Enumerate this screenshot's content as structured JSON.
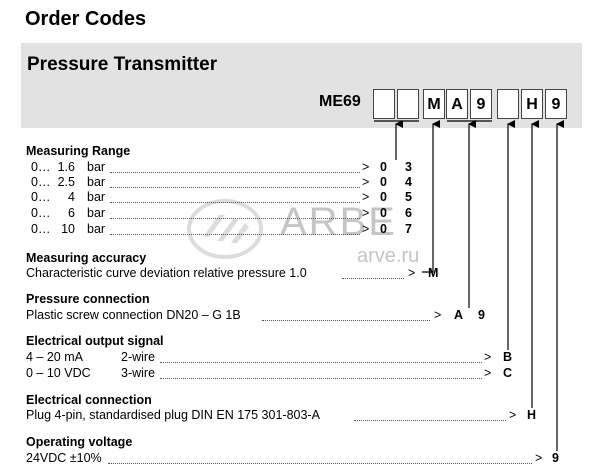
{
  "title": "Order Codes",
  "product": "Pressure Transmitter",
  "model": "ME69",
  "code_boxes": [
    "",
    "",
    "M",
    "A",
    "9",
    "",
    "H",
    "9"
  ],
  "sections": {
    "measuring_range": {
      "heading": "Measuring Range",
      "rows": [
        {
          "prefix": "0…",
          "value": "1.6",
          "unit": "bar",
          "arrow": ">",
          "c1": "0",
          "c2": "3"
        },
        {
          "prefix": "0…",
          "value": "2.5",
          "unit": "bar",
          "arrow": ">",
          "c1": "0",
          "c2": "4"
        },
        {
          "prefix": "0…",
          "value": "4",
          "unit": "bar",
          "arrow": ">",
          "c1": "0",
          "c2": "5"
        },
        {
          "prefix": "0…",
          "value": "6",
          "unit": "bar",
          "arrow": ">",
          "c1": "0",
          "c2": "6"
        },
        {
          "prefix": "0…",
          "value": "10",
          "unit": "bar",
          "arrow": ">",
          "c1": "0",
          "c2": "7"
        }
      ]
    },
    "accuracy": {
      "heading": "Measuring accuracy",
      "text": "Characteristic curve deviation relative pressure 1.0",
      "arrow": ">",
      "code": "M"
    },
    "pressure_connection": {
      "heading": "Pressure connection",
      "text": "Plastic screw connection DN20 – G 1B",
      "arrow": ">",
      "c1": "A",
      "c2": "9"
    },
    "electrical_output": {
      "heading": "Electrical output signal",
      "rows": [
        {
          "signal": "4 – 20 mA",
          "wire": "2-wire",
          "arrow": ">",
          "code": "B"
        },
        {
          "signal": "0 – 10 VDC",
          "wire": "3-wire",
          "arrow": ">",
          "code": "C"
        }
      ]
    },
    "electrical_connection": {
      "heading": "Electrical connection",
      "text": "Plug 4-pin, standardised plug DIN EN 175 301-803-A",
      "arrow": ">",
      "code": "H"
    },
    "operating_voltage": {
      "heading": "Operating voltage",
      "text": "24VDC ±10%",
      "arrow": ">",
      "code": "9"
    }
  },
  "watermark": {
    "brand": "ARBE",
    "url": "arve.ru"
  },
  "colors": {
    "band": "#e2e2e2",
    "line": "#000000"
  }
}
